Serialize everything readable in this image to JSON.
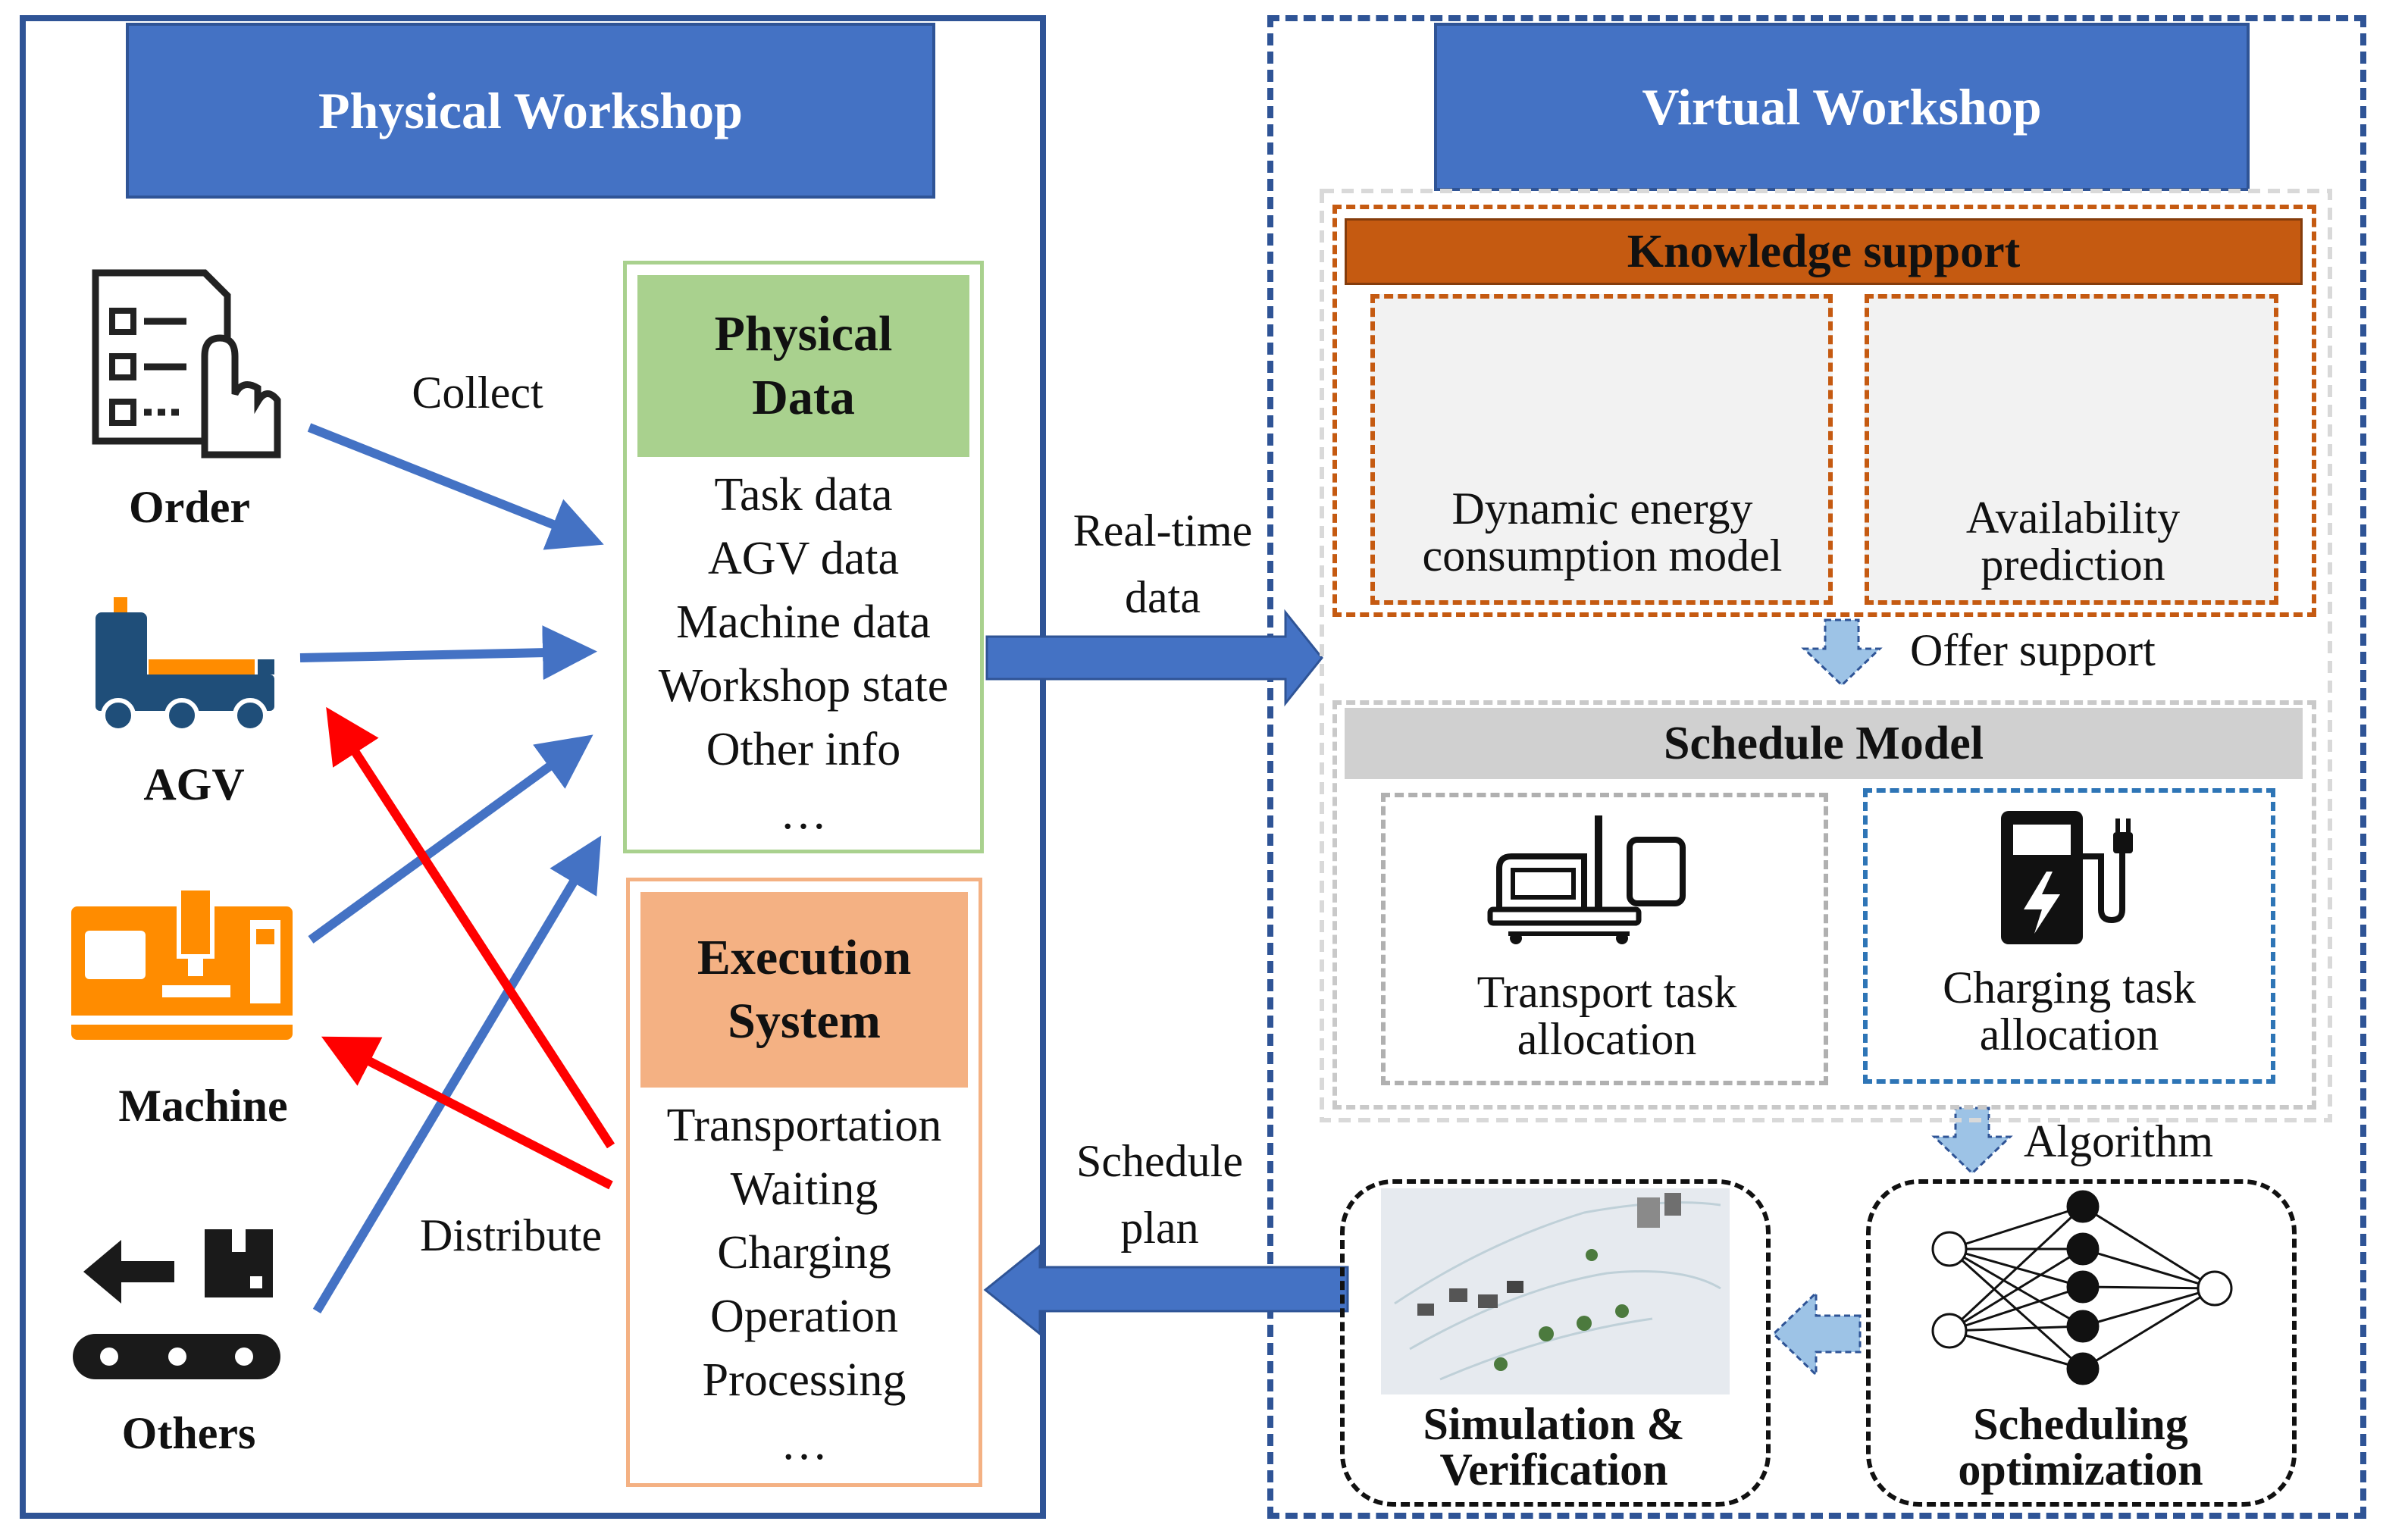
{
  "physical": {
    "title": "Physical Workshop",
    "sources": {
      "order": "Order",
      "agv": "AGV",
      "machine": "Machine",
      "others": "Others"
    },
    "collect_label": "Collect",
    "distribute_label": "Distribute",
    "physical_data": {
      "title": "Physical Data",
      "items": [
        "Task data",
        "AGV data",
        "Machine data",
        "Workshop state",
        "Other info",
        "…"
      ]
    },
    "execution_system": {
      "title": "Execution System",
      "items": [
        "Transportation",
        "Waiting",
        "Charging",
        "Operation",
        "Processing",
        "…"
      ]
    }
  },
  "flows": {
    "realtime_label": "Real-time data",
    "schedule_plan_label": "Schedule plan",
    "offer_support_label": "Offer support",
    "algorithm_label": "Algorithm"
  },
  "virtual": {
    "title": "Virtual Workshop",
    "knowledge_support": {
      "title": "Knowledge support",
      "energy_model": "Dynamic energy consumption model",
      "availability": "Availability prediction"
    },
    "schedule_model": {
      "title": "Schedule Model",
      "transport": "Transport task allocation",
      "charging": "Charging task allocation"
    },
    "simulation": "Simulation & Verification",
    "optimization": "Scheduling optimization"
  },
  "colors": {
    "banner": "#4472C4",
    "frame": "#2F5496",
    "collect_arrow": "#4472C4",
    "distribute_arrow": "#FF0000",
    "physical_data_header": "#A9D18E",
    "execution_header": "#F4B183",
    "knowledge_header": "#C55A11",
    "schedule_header": "#D0D0D0",
    "agv_blue": "#1F4E79",
    "machine_orange": "#FF8C00"
  }
}
